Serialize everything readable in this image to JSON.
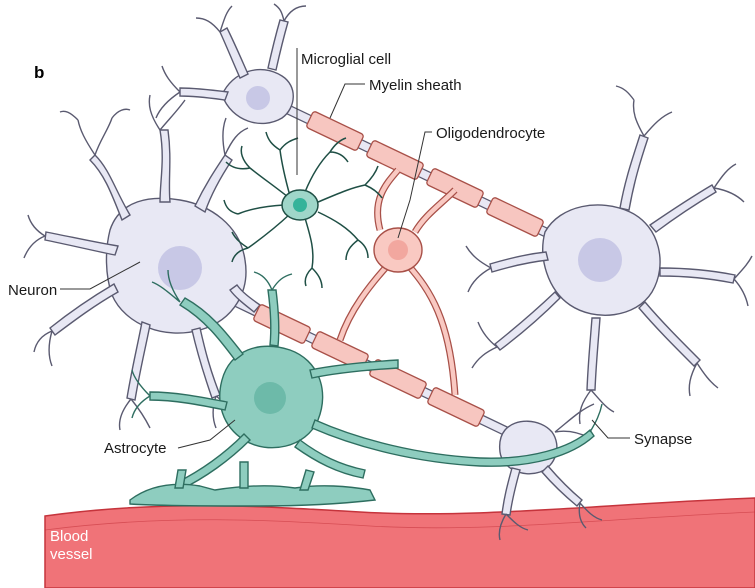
{
  "panel_letter": "b",
  "labels": {
    "microglial_cell": "Microglial cell",
    "myelin_sheath": "Myelin sheath",
    "oligodendrocyte": "Oligodendrocyte",
    "neuron": "Neuron",
    "astrocyte": "Astrocyte",
    "synapse": "Synapse",
    "blood_vessel_line1": "Blood",
    "blood_vessel_line2": "vessel"
  },
  "colors": {
    "neuron_fill": "#e8e8f4",
    "neuron_stroke": "#5a5a70",
    "neuron_nucleus": "#c8c8e6",
    "microglia": "#1f4f45",
    "microglia_body": "#35b39a",
    "oligodendrocyte_fill": "#f9c9c2",
    "oligodendrocyte_stroke": "#a85048",
    "myelin_fill": "#f7c6c0",
    "astrocyte_fill": "#8ecdbf",
    "astrocyte_stroke": "#2e6e60",
    "astrocyte_nucleus": "#6dbaa9",
    "vessel_fill": "#f07378",
    "vessel_stroke": "#c5343c"
  }
}
